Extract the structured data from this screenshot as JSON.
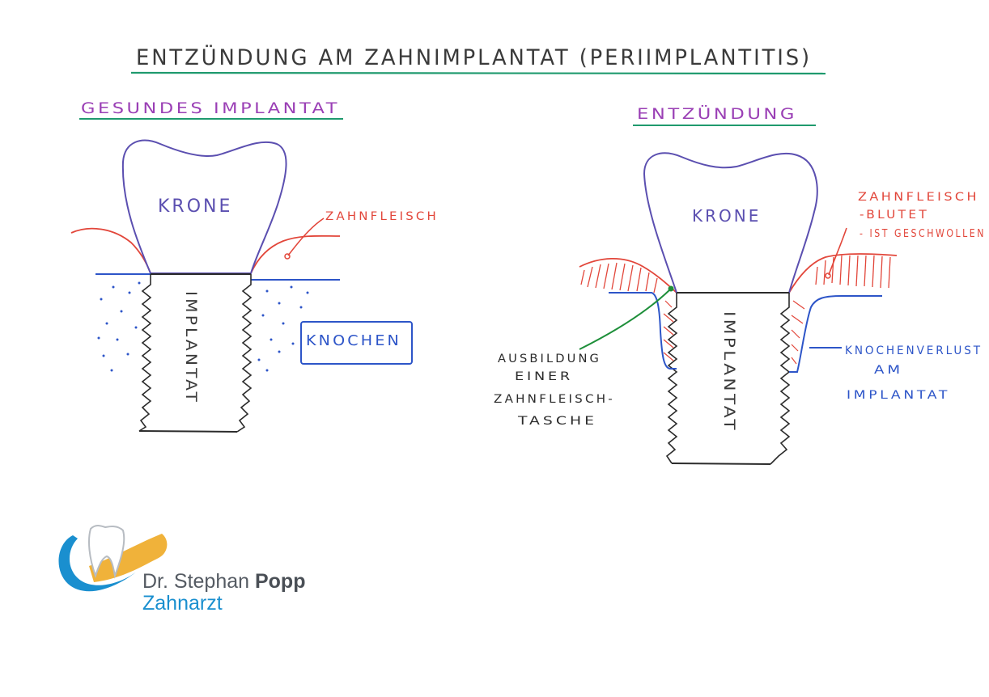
{
  "title": "ENTZÜNDUNG AM ZAHNIMPLANTAT (PERIIMPLANTITIS)",
  "colors": {
    "title_ink": "#3a3a3a",
    "heading_ink": "#9a3fb5",
    "crown_ink": "#5b4fb0",
    "gum_ink": "#e2463a",
    "bone_ink": "#2d55c8",
    "implant_ink": "#2b2b2b",
    "underline_ink": "#1f9a6e",
    "pocket_ink": "#1e8f3a",
    "logo_blue": "#1a8fcf",
    "logo_gold": "#f0b23a"
  },
  "left_diagram": {
    "heading": "GESUNDES IMPLANTAT",
    "crown_label": "KRONE",
    "implant_label": "IMPLANTAT",
    "gum_label": "ZAHNFLEISCH",
    "bone_label": "KNOCHEN"
  },
  "right_diagram": {
    "heading": "ENTZÜNDUNG",
    "crown_label": "KRONE",
    "implant_label": "IMPLANTAT",
    "gum_notes": [
      "ZAHNFLEISCH",
      "-BLUTET",
      "- IST GESCHWOLLEN"
    ],
    "pocket_notes": [
      "AUSBILDUNG",
      "EINER",
      "ZAHNFLEISCH-",
      "TASCHE"
    ],
    "bone_loss_notes": [
      "KNOCHENVERLUST",
      "AM",
      "IMPLANTAT"
    ]
  },
  "logo": {
    "icon": "tooth-swoosh-icon",
    "name_prefix": "Dr. Stephan ",
    "name_bold": "Popp",
    "profession": "Zahnarzt"
  }
}
